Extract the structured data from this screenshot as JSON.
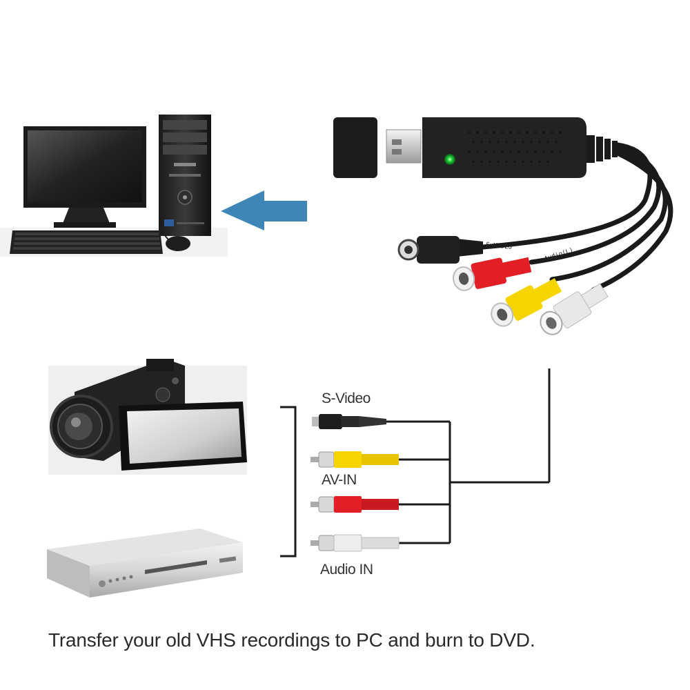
{
  "labels": {
    "svideo": "S-Video",
    "avin": "AV-IN",
    "audio": "Audio IN",
    "cable_svideo": "S-VIDEO",
    "cable_audio": "Audio(L)"
  },
  "caption": "Transfer your old VHS recordings to PC and burn to DVD.",
  "colors": {
    "arrow": "#3f86b8",
    "led": "#22d63a",
    "red_plug": "#e21f26",
    "yellow_plug": "#f5d400",
    "white_plug": "#e8e8e8"
  }
}
